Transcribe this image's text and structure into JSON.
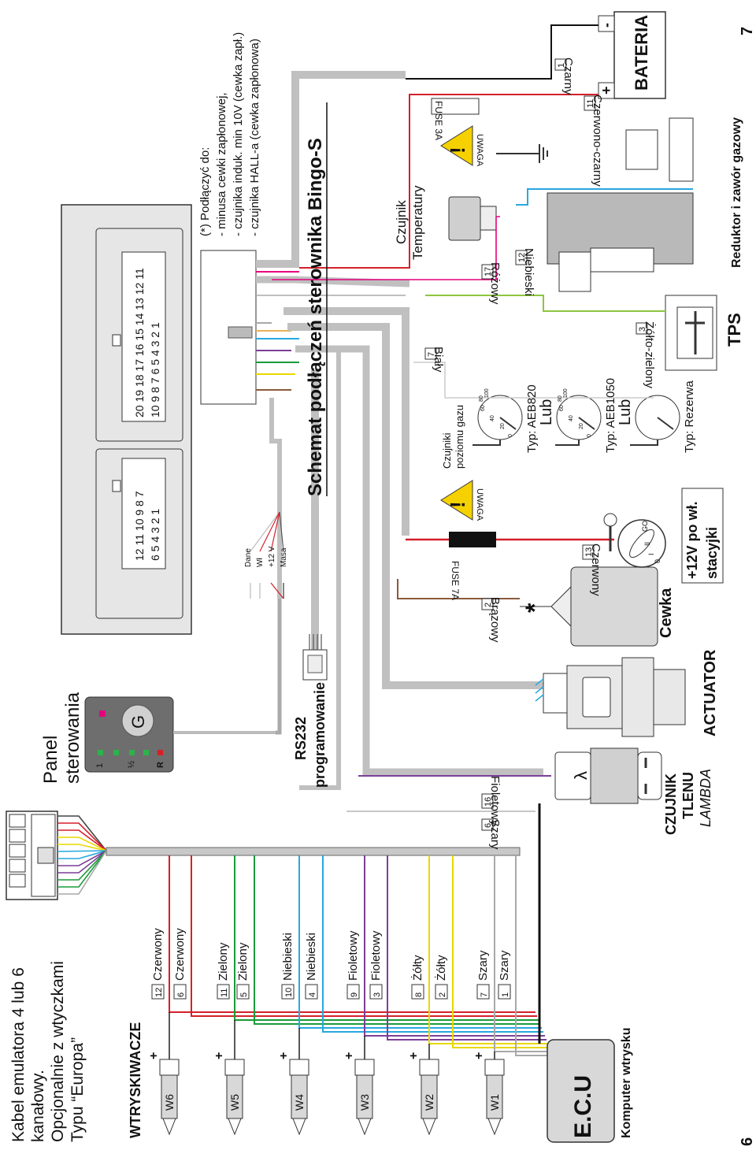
{
  "title": "Schemat podłączeń sterownika Bingo-S",
  "page_left": "6",
  "page_right": "7",
  "emulator_cable": {
    "line1": "Kabel emulatora 4 lub 6",
    "line2": "kanałowy.",
    "line3": "Opcjonalnie z wtyczkami",
    "line4": "Typu “Europa”"
  },
  "injectors_heading": "WTRYSKIWACZE",
  "injectors": [
    "W6",
    "W5",
    "W4",
    "W3",
    "W2",
    "W1"
  ],
  "injector_wires": [
    {
      "num": "12",
      "label": "Czerwony",
      "color": "#d4202a"
    },
    {
      "num": "6",
      "label": "Czerwony",
      "color": "#d4202a"
    },
    {
      "num": "11",
      "label": "Zielony",
      "color": "#1a9a3a"
    },
    {
      "num": "5",
      "label": "Zielony",
      "color": "#1a9a3a"
    },
    {
      "num": "10",
      "label": "Niebieski",
      "color": "#27a8df"
    },
    {
      "num": "4",
      "label": "Niebieski",
      "color": "#27a8df"
    },
    {
      "num": "9",
      "label": "Fioletowy",
      "color": "#7b3f98"
    },
    {
      "num": "3",
      "label": "Fioletowy",
      "color": "#7b3f98"
    },
    {
      "num": "8",
      "label": "Żółty",
      "color": "#e8d800"
    },
    {
      "num": "2",
      "label": "Żółty",
      "color": "#e8d800"
    },
    {
      "num": "7",
      "label": "Szary",
      "color": "#a8a8a8"
    },
    {
      "num": "1",
      "label": "Szary",
      "color": "#a8a8a8"
    }
  ],
  "ecu": {
    "label": "E.C.U",
    "sublabel": "Komputer wtrysku"
  },
  "panel": {
    "title_line1": "Panel",
    "title_line2": "sterowania",
    "btn": "G",
    "leds": [
      "1",
      "½",
      "R"
    ]
  },
  "rs232": {
    "line1": "RS232",
    "line2": "programowanie",
    "wires": [
      "Dane",
      "Wł",
      "+12 V",
      "Masa"
    ]
  },
  "connectors": {
    "small": {
      "row1": [
        "12",
        "11",
        "10",
        "9",
        "8",
        "7"
      ],
      "row2": [
        "6",
        "5",
        "4",
        "3",
        "2",
        "1"
      ]
    },
    "large": {
      "row1": [
        "20",
        "19",
        "18",
        "17",
        "16",
        "15",
        "14",
        "13",
        "12",
        "11"
      ],
      "row2": [
        "10",
        "9",
        "8",
        "7",
        "6",
        "5",
        "4",
        "3",
        "2",
        "1"
      ]
    }
  },
  "note": {
    "line1": "(*) Podłączyć do:",
    "line2": "- minusa cewki zapłonowej,",
    "line3": "- czujnika induk. min 10V (cewka zapł.)",
    "line4": "- czujnika HALL-a (cewka zapłonowa)"
  },
  "wires": {
    "gray": {
      "num": "6",
      "label": "Szary"
    },
    "violet": {
      "num": "16",
      "label": "Fioletowy"
    },
    "brown": {
      "num": "2",
      "label": "Brązowy"
    },
    "red": {
      "num": "13",
      "label": "Czerwony"
    },
    "white": {
      "num": "7",
      "label": "Biały"
    },
    "pink": {
      "num": "17",
      "label": "Różowy"
    },
    "blue": {
      "num": "12",
      "label": "Niebieski"
    },
    "yg": {
      "num": "3",
      "label": "Żółto-zielony"
    },
    "redblack": {
      "num": "11",
      "label": "Czerwono-czarny"
    },
    "black": {
      "num": "1",
      "label": "Czarny"
    }
  },
  "lambda": {
    "line1": "CZUJNIK",
    "line2": "TLENU",
    "line3": "LAMBDA",
    "symbol": "λ"
  },
  "actuator": "ACTUATOR",
  "coil": {
    "label": "Cewka",
    "star": "*"
  },
  "ignition": {
    "line1": "+12V po wł.",
    "line2": "stacyjki",
    "positions": [
      "0",
      "I",
      "II",
      "GO"
    ]
  },
  "fuse7": "FUSE 7A",
  "fuse3": "FUSE 3A",
  "warning": "UWAGA",
  "warn_symbol": "!",
  "level_sensors": {
    "heading_line1": "Czujniki",
    "heading_line2": "poziomu gazu",
    "type1": "Typ: AEB820",
    "lub": "Lub",
    "type2": "Typ: AEB1050",
    "type3": "Typ: Rezerwa",
    "gauge_ticks": [
      "0",
      "20",
      "40",
      "60",
      "80",
      "100"
    ]
  },
  "temp_sensor": {
    "line1": "Czujnik",
    "line2": "Temperatury"
  },
  "tps": "TPS",
  "reducer": "Reduktor i zawór gazowy",
  "battery": {
    "label": "BATERIA",
    "minus": "-",
    "plus": "+"
  },
  "scissors": "✂"
}
